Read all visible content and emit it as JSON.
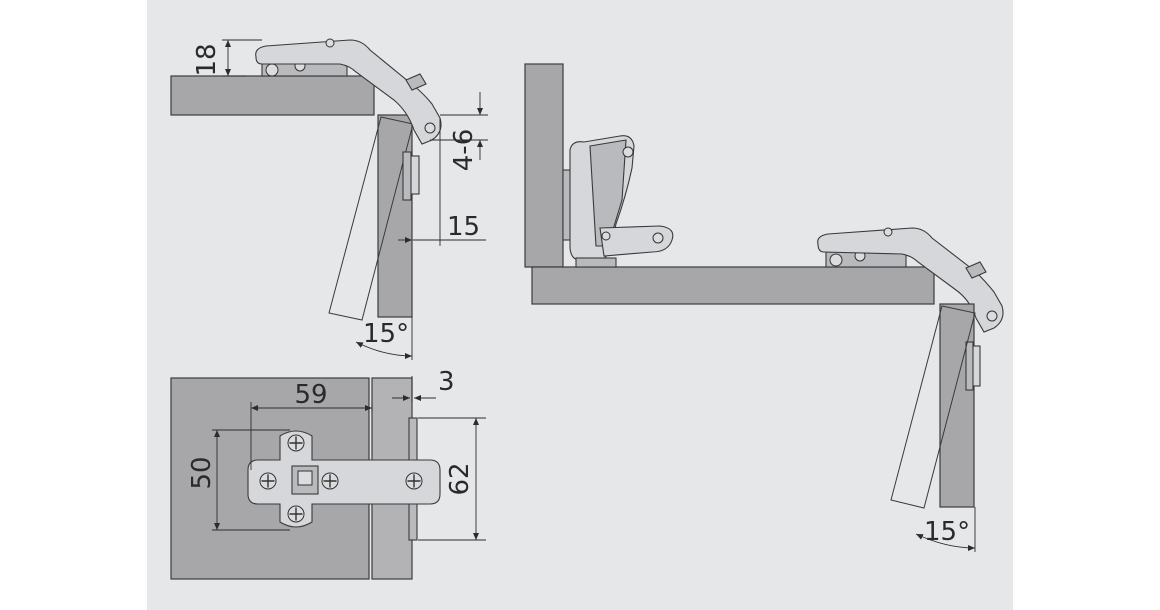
{
  "colors": {
    "sheet": "#e6e7e8",
    "panel": "#a7a7aa",
    "metal": "#d6d7da",
    "line": "#2c2c2c",
    "background": "#ffffff"
  },
  "dimensions": {
    "top_left": {
      "thickness": "18",
      "gap": "4-6",
      "overlay": "15",
      "angle": "15°"
    },
    "plate_view": {
      "width": "59",
      "offset": "3",
      "height": "50",
      "spacing": "62"
    },
    "right_view": {
      "angle": "15°"
    }
  }
}
